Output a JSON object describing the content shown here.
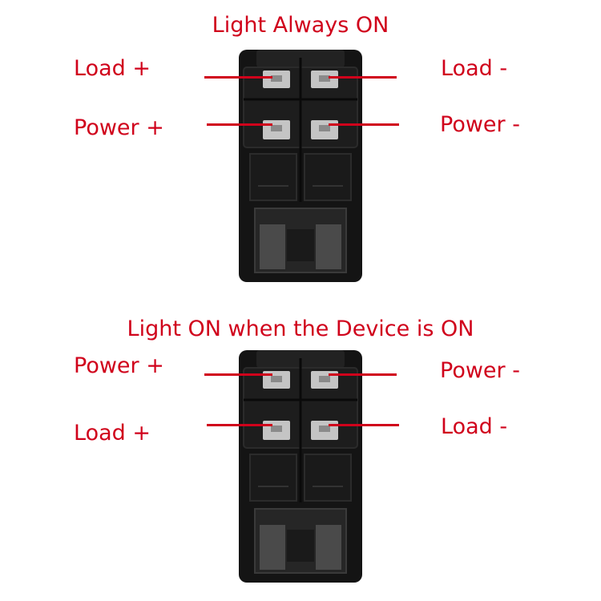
{
  "colors": {
    "label": "#d0021b",
    "housing": "#141414",
    "housing_edge": "#2b2b2b",
    "terminal": "#c4c4c4",
    "terminal_shadow": "#8a8a8a"
  },
  "diagrams": [
    {
      "title": "Light Always ON",
      "labels": {
        "top_left": "Load +",
        "top_right": "Load -",
        "bottom_left": "Power +",
        "bottom_right": "Power -"
      }
    },
    {
      "title": "Light ON when the Device is ON",
      "labels": {
        "top_left": "Power +",
        "top_right": "Power -",
        "bottom_left": "Load +",
        "bottom_right": "Load -"
      }
    }
  ]
}
